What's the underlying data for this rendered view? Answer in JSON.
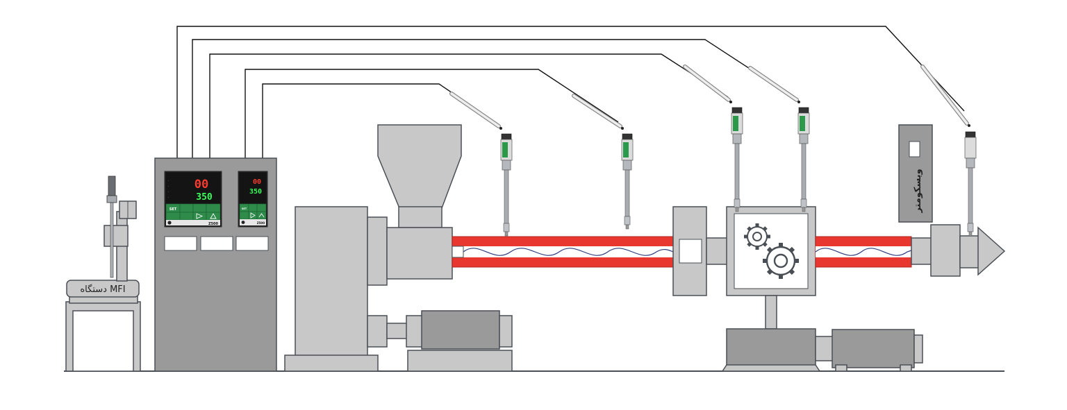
{
  "labels": {
    "mfi": "دستگاه MFI",
    "viscometer": "ویسکومتر"
  },
  "controller_large": {
    "pv_display": "00",
    "sv_display": "350",
    "set_button": "SET",
    "model": "Z500"
  },
  "controller_small": {
    "pv_display": "00",
    "sv_display": "350",
    "set_button": "SET",
    "model": "Z500"
  },
  "colors": {
    "barrel_red": "#e8372f",
    "machine_gray": "#c8c8c8",
    "panel_gray": "#9a9a9a",
    "lcd_red": "#ff3b30",
    "lcd_green": "#39ff5a",
    "button_green": "#2e8b4a",
    "sensor_green": "#2a9a4a"
  },
  "icons": [
    "gear-icon",
    "gear-icon",
    "play-icon",
    "up-arrow-icon"
  ]
}
